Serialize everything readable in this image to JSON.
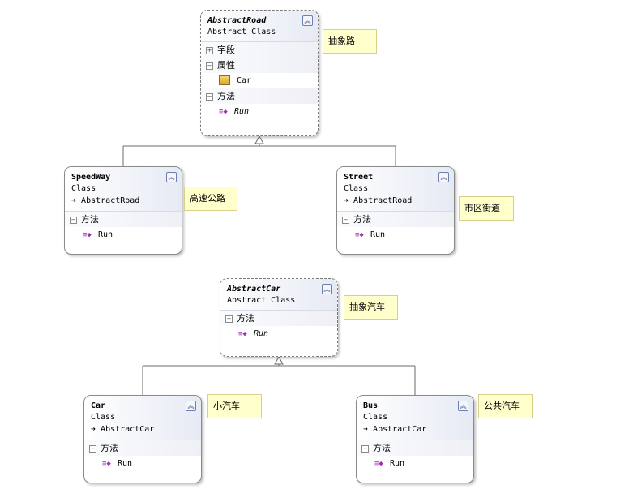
{
  "abstract_road": {
    "name": "AbstractRoad",
    "type": "Abstract Class",
    "sections": {
      "fields": "字段",
      "properties": "属性",
      "methods": "方法"
    },
    "property_car": "Car",
    "method_run": "Run"
  },
  "speedway": {
    "name": "SpeedWay",
    "type": "Class",
    "base": "AbstractRoad",
    "section_methods": "方法",
    "method_run": "Run"
  },
  "street": {
    "name": "Street",
    "type": "Class",
    "base": "AbstractRoad",
    "section_methods": "方法",
    "method_run": "Run"
  },
  "abstract_car": {
    "name": "AbstractCar",
    "type": "Abstract Class",
    "section_methods": "方法",
    "method_run": "Run"
  },
  "car": {
    "name": "Car",
    "type": "Class",
    "base": "AbstractCar",
    "section_methods": "方法",
    "method_run": "Run"
  },
  "bus": {
    "name": "Bus",
    "type": "Class",
    "base": "AbstractCar",
    "section_methods": "方法",
    "method_run": "Run"
  },
  "notes": {
    "abstract_road": "抽象路",
    "speedway": "高速公路",
    "street": "市区街道",
    "abstract_car": "抽象汽车",
    "car": "小汽车",
    "bus": "公共汽车"
  },
  "icons": {
    "collapse": "double-chevron-up-icon",
    "method": "method-icon",
    "property": "property-icon",
    "base_arrow": "inheritance-arrow-icon"
  }
}
